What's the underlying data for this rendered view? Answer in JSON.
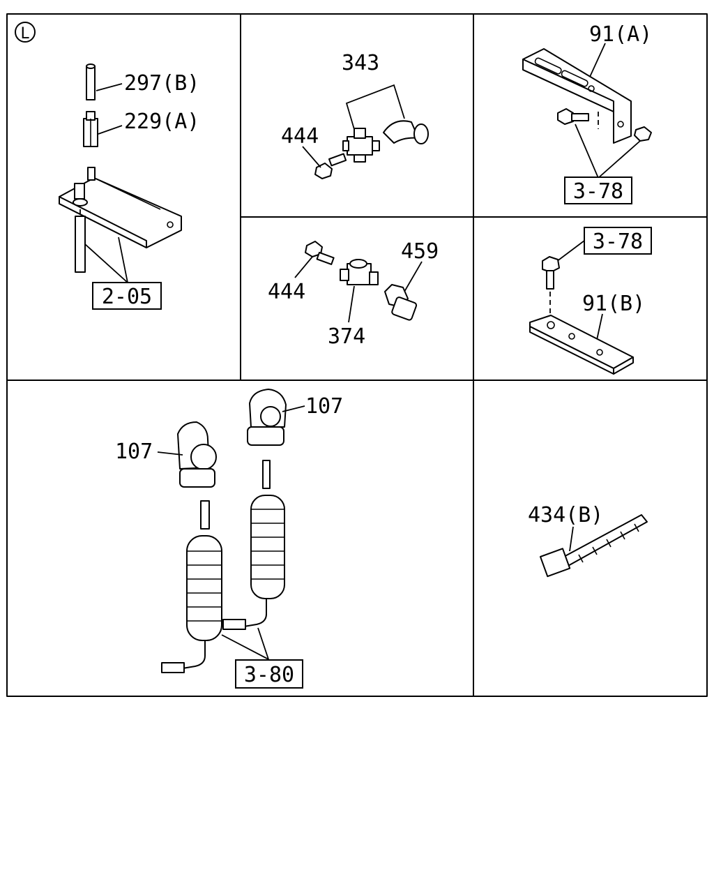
{
  "diagram": {
    "corner_marker": "L",
    "panels": [
      {
        "id": "panel-1",
        "labels": [
          "297(B)",
          "229(A)"
        ],
        "refs": [
          "2-05"
        ]
      },
      {
        "id": "panel-2",
        "labels": [
          "343",
          "444"
        ]
      },
      {
        "id": "panel-3",
        "labels": [
          "91(A)"
        ],
        "refs": [
          "3-78"
        ]
      },
      {
        "id": "panel-4",
        "labels": [
          "444",
          "459",
          "374"
        ]
      },
      {
        "id": "panel-5",
        "labels": [
          "91(B)"
        ],
        "refs": [
          "3-78"
        ]
      },
      {
        "id": "panel-6",
        "labels": [
          "107",
          "107"
        ],
        "refs": [
          "3-80"
        ]
      },
      {
        "id": "panel-7",
        "labels": [
          "434(B)"
        ]
      }
    ]
  }
}
